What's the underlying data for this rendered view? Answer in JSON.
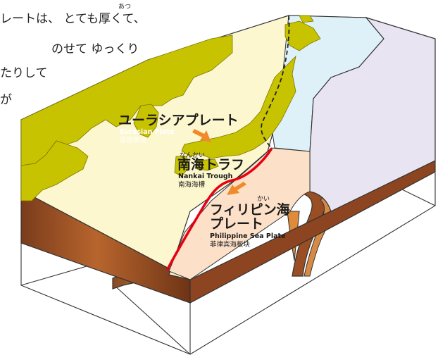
{
  "intro": {
    "line1": "レートは、 とても厚くて、",
    "line1_ruby": "あつ",
    "line2": "のせて ゆっくり",
    "line3": "たりして",
    "line4": "が"
  },
  "labels": {
    "eurasian": {
      "jp": "ユーラシアプレート",
      "en": "Eurasian Plate",
      "zh": "亚欧板块"
    },
    "nankai": {
      "ruby": "なんかい",
      "jp": "南海トラフ",
      "en": "Nankai Trough",
      "zh": "南海海槽"
    },
    "philippine": {
      "jp_line1": "フィリピン海",
      "jp_line2": "プレート",
      "ruby": "かい",
      "en": "Philippine Sea Plate",
      "zh": "菲律宾海板块"
    }
  },
  "colors": {
    "land": "#c8c300",
    "eurasian_sea": "#fdf7cf",
    "pacific_sea": "#dff1f8",
    "philippine_plate": "#fde0c8",
    "pacific_plate": "#e8e4f2",
    "trough_line": "#e60012",
    "arrow": "#f08a2a",
    "crust_side": "#a0522d"
  }
}
